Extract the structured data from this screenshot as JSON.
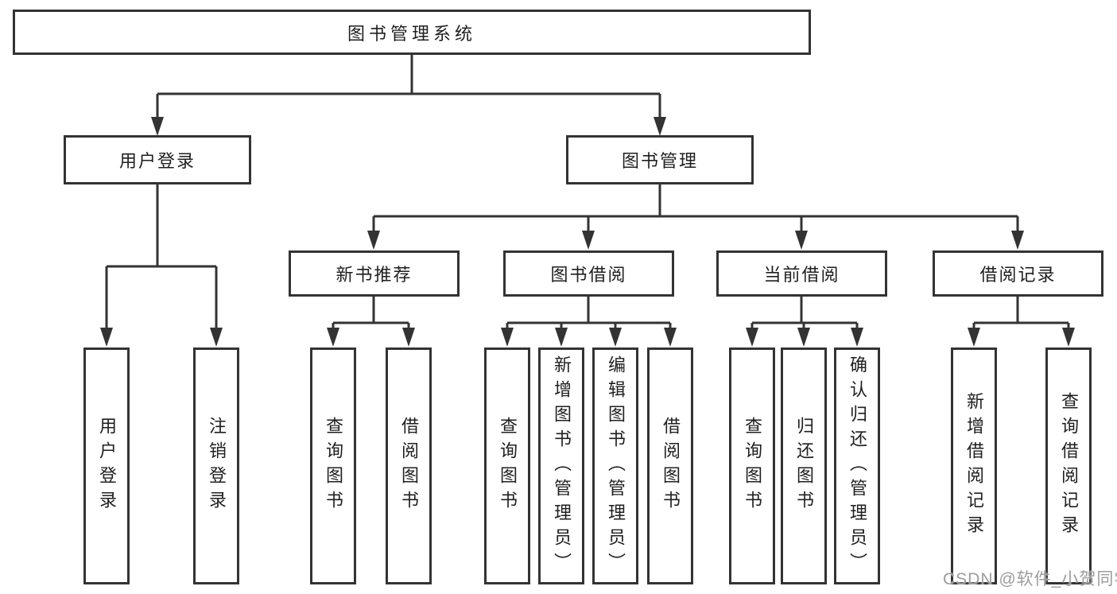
{
  "tree": {
    "label": "图书管理系统",
    "children": [
      {
        "label": "用户登录",
        "children": [
          {
            "label": "用户登录"
          },
          {
            "label": "注销登录"
          }
        ]
      },
      {
        "label": "图书管理",
        "children": [
          {
            "label": "新书推荐",
            "children": [
              {
                "label": "查询图书"
              },
              {
                "label": "借阅图书"
              }
            ]
          },
          {
            "label": "图书借阅",
            "children": [
              {
                "label": "查询图书"
              },
              {
                "label": "新增图书（管理员）"
              },
              {
                "label": "编辑图书（管理员）"
              },
              {
                "label": "借阅图书"
              }
            ]
          },
          {
            "label": "当前借阅",
            "children": [
              {
                "label": "查询图书"
              },
              {
                "label": "归还图书"
              },
              {
                "label": "确认归还（管理员）"
              }
            ]
          },
          {
            "label": "借阅记录",
            "children": [
              {
                "label": "新增借阅记录"
              },
              {
                "label": "查询借阅记录"
              }
            ]
          }
        ]
      }
    ]
  },
  "watermark": {
    "text": "CSDN @软件_小贺同学"
  },
  "colors": {
    "line": "#333333",
    "box_border": "#333333",
    "text": "#1f1f1f",
    "watermark_text": "#9c9c9c",
    "background": "#ffffff"
  }
}
